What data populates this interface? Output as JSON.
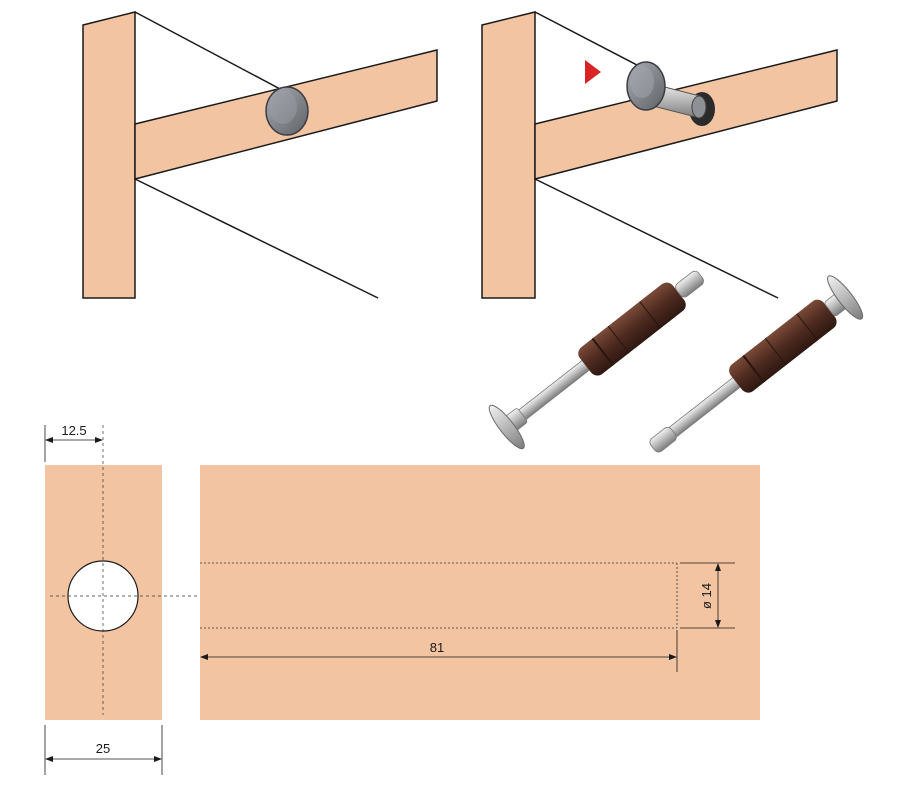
{
  "colors": {
    "wood": "#f2c4a2",
    "line": "#1a1a1a",
    "fitting_head": "#8e9298",
    "sleeve": "#5a3427",
    "steel": "#c9c9c9",
    "arrow": "#d82424",
    "hole": "#ffffff"
  },
  "icons": {
    "arrow": "right-pointing-triangle"
  },
  "dimensions": {
    "hole_center_offset": "12.5",
    "board_thickness": "25",
    "bore_depth": "81",
    "bore_diameter": "ø 14"
  }
}
